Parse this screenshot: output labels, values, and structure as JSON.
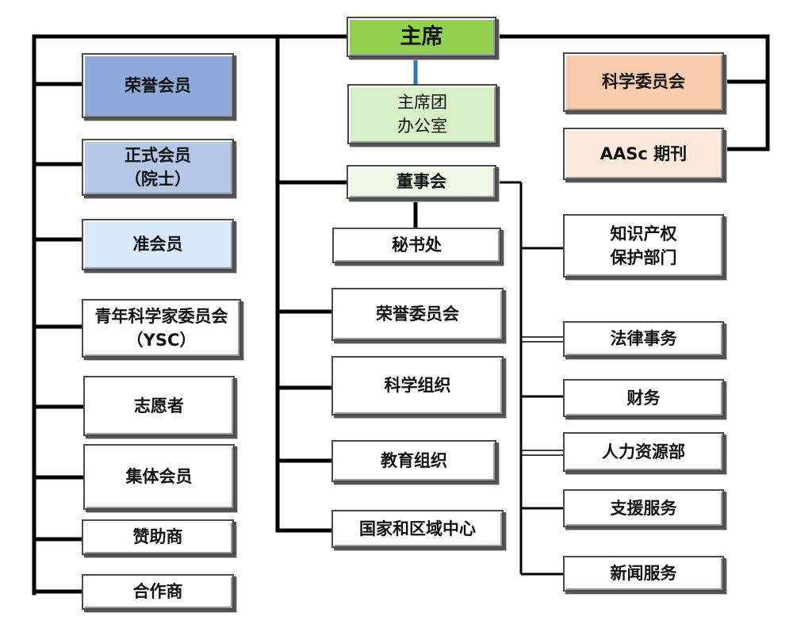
{
  "top": {
    "chairman": "主席",
    "chair_office": "主席团\n办公室",
    "board": "董事会",
    "science_committee": "科学委员会",
    "journal": "AASc 期刊"
  },
  "left_column": [
    "荣誉会员",
    "正式会员\n（院士）",
    "准会员",
    "青年科学家委员会\n（YSC）",
    "志愿者",
    "集体会员",
    "赞助商",
    "合作商"
  ],
  "middle_column": [
    "秘书处",
    "荣誉委员会",
    "科学组织",
    "教育组织",
    "国家和区域中心"
  ],
  "right_column": [
    "知识产权\n保护部门",
    "法律事务",
    "财务",
    "人力资源部",
    "支援服务",
    "新闻服务"
  ],
  "colors": {
    "chairman": "#92d050",
    "chair_office": "#d8f0c8",
    "board": "#f0f8e8",
    "science_committee": "#f8cbad",
    "journal": "#fde9d9",
    "honorary_member": "#8eaadb",
    "full_member": "#b4c7e7",
    "associate_member": "#dae8fb",
    "connector": "#000000",
    "chair_link": "#2e75b6"
  }
}
